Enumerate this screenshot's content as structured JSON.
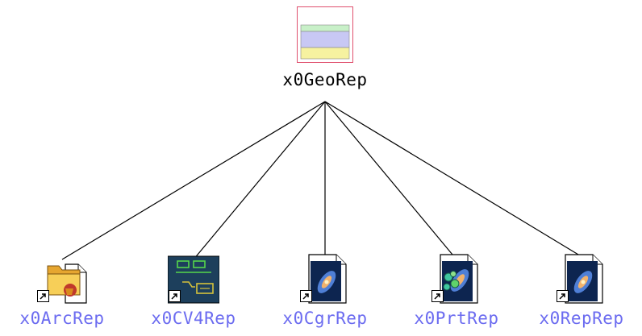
{
  "root": {
    "label": "x0GeoRep",
    "icon": "tableview-icon"
  },
  "children": [
    {
      "label": "x0ArcRep",
      "icon": "folder-shortcut-icon"
    },
    {
      "label": "x0CV4Rep",
      "icon": "circuit-board-shortcut-icon"
    },
    {
      "label": "x0CgrRep",
      "icon": "galaxy-document-shortcut-icon"
    },
    {
      "label": "x0PrtRep",
      "icon": "molecule-document-shortcut-icon"
    },
    {
      "label": "x0RepRep",
      "icon": "galaxy-document-shortcut-icon"
    }
  ],
  "colors": {
    "edge": "#000000",
    "root_border": "#e0506e",
    "child_label": "#6b6bf0",
    "root_label": "#000000"
  }
}
